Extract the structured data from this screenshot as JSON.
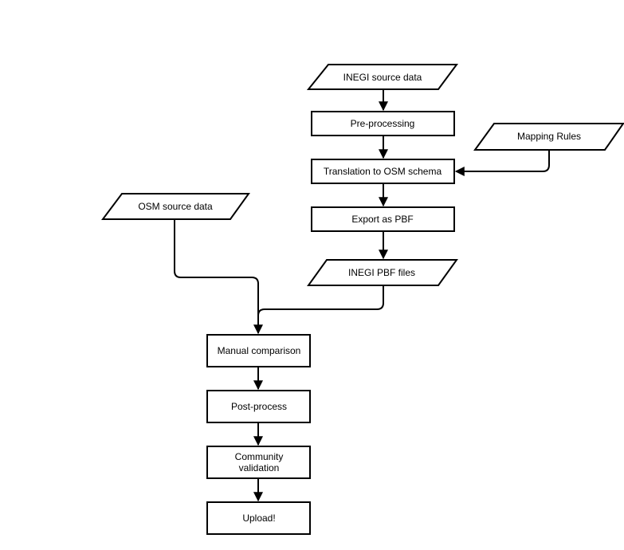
{
  "nodes": {
    "inegi_source": {
      "label": "INEGI source data",
      "shape": "data"
    },
    "preprocessing": {
      "label": "Pre-processing",
      "shape": "process"
    },
    "mapping_rules": {
      "label": "Mapping Rules",
      "shape": "data"
    },
    "translation": {
      "label": "Translation to OSM schema",
      "shape": "process"
    },
    "export_pbf": {
      "label": "Export as PBF",
      "shape": "process"
    },
    "osm_source": {
      "label": "OSM source data",
      "shape": "data"
    },
    "inegi_pbf": {
      "label": "INEGI PBF files",
      "shape": "data"
    },
    "manual_comparison": {
      "label": "Manual comparison",
      "shape": "process"
    },
    "post_process": {
      "label": "Post-process",
      "shape": "process"
    },
    "community_validation": {
      "label_line1": "Community",
      "label_line2": "validation",
      "shape": "process"
    },
    "upload": {
      "label": "Upload!",
      "shape": "process"
    }
  },
  "edges": [
    {
      "from": "inegi_source",
      "to": "preprocessing"
    },
    {
      "from": "preprocessing",
      "to": "translation"
    },
    {
      "from": "mapping_rules",
      "to": "translation"
    },
    {
      "from": "translation",
      "to": "export_pbf"
    },
    {
      "from": "export_pbf",
      "to": "inegi_pbf"
    },
    {
      "from": "osm_source",
      "to": "manual_comparison"
    },
    {
      "from": "inegi_pbf",
      "to": "manual_comparison"
    },
    {
      "from": "manual_comparison",
      "to": "post_process"
    },
    {
      "from": "post_process",
      "to": "community_validation"
    },
    {
      "from": "community_validation",
      "to": "upload"
    }
  ]
}
